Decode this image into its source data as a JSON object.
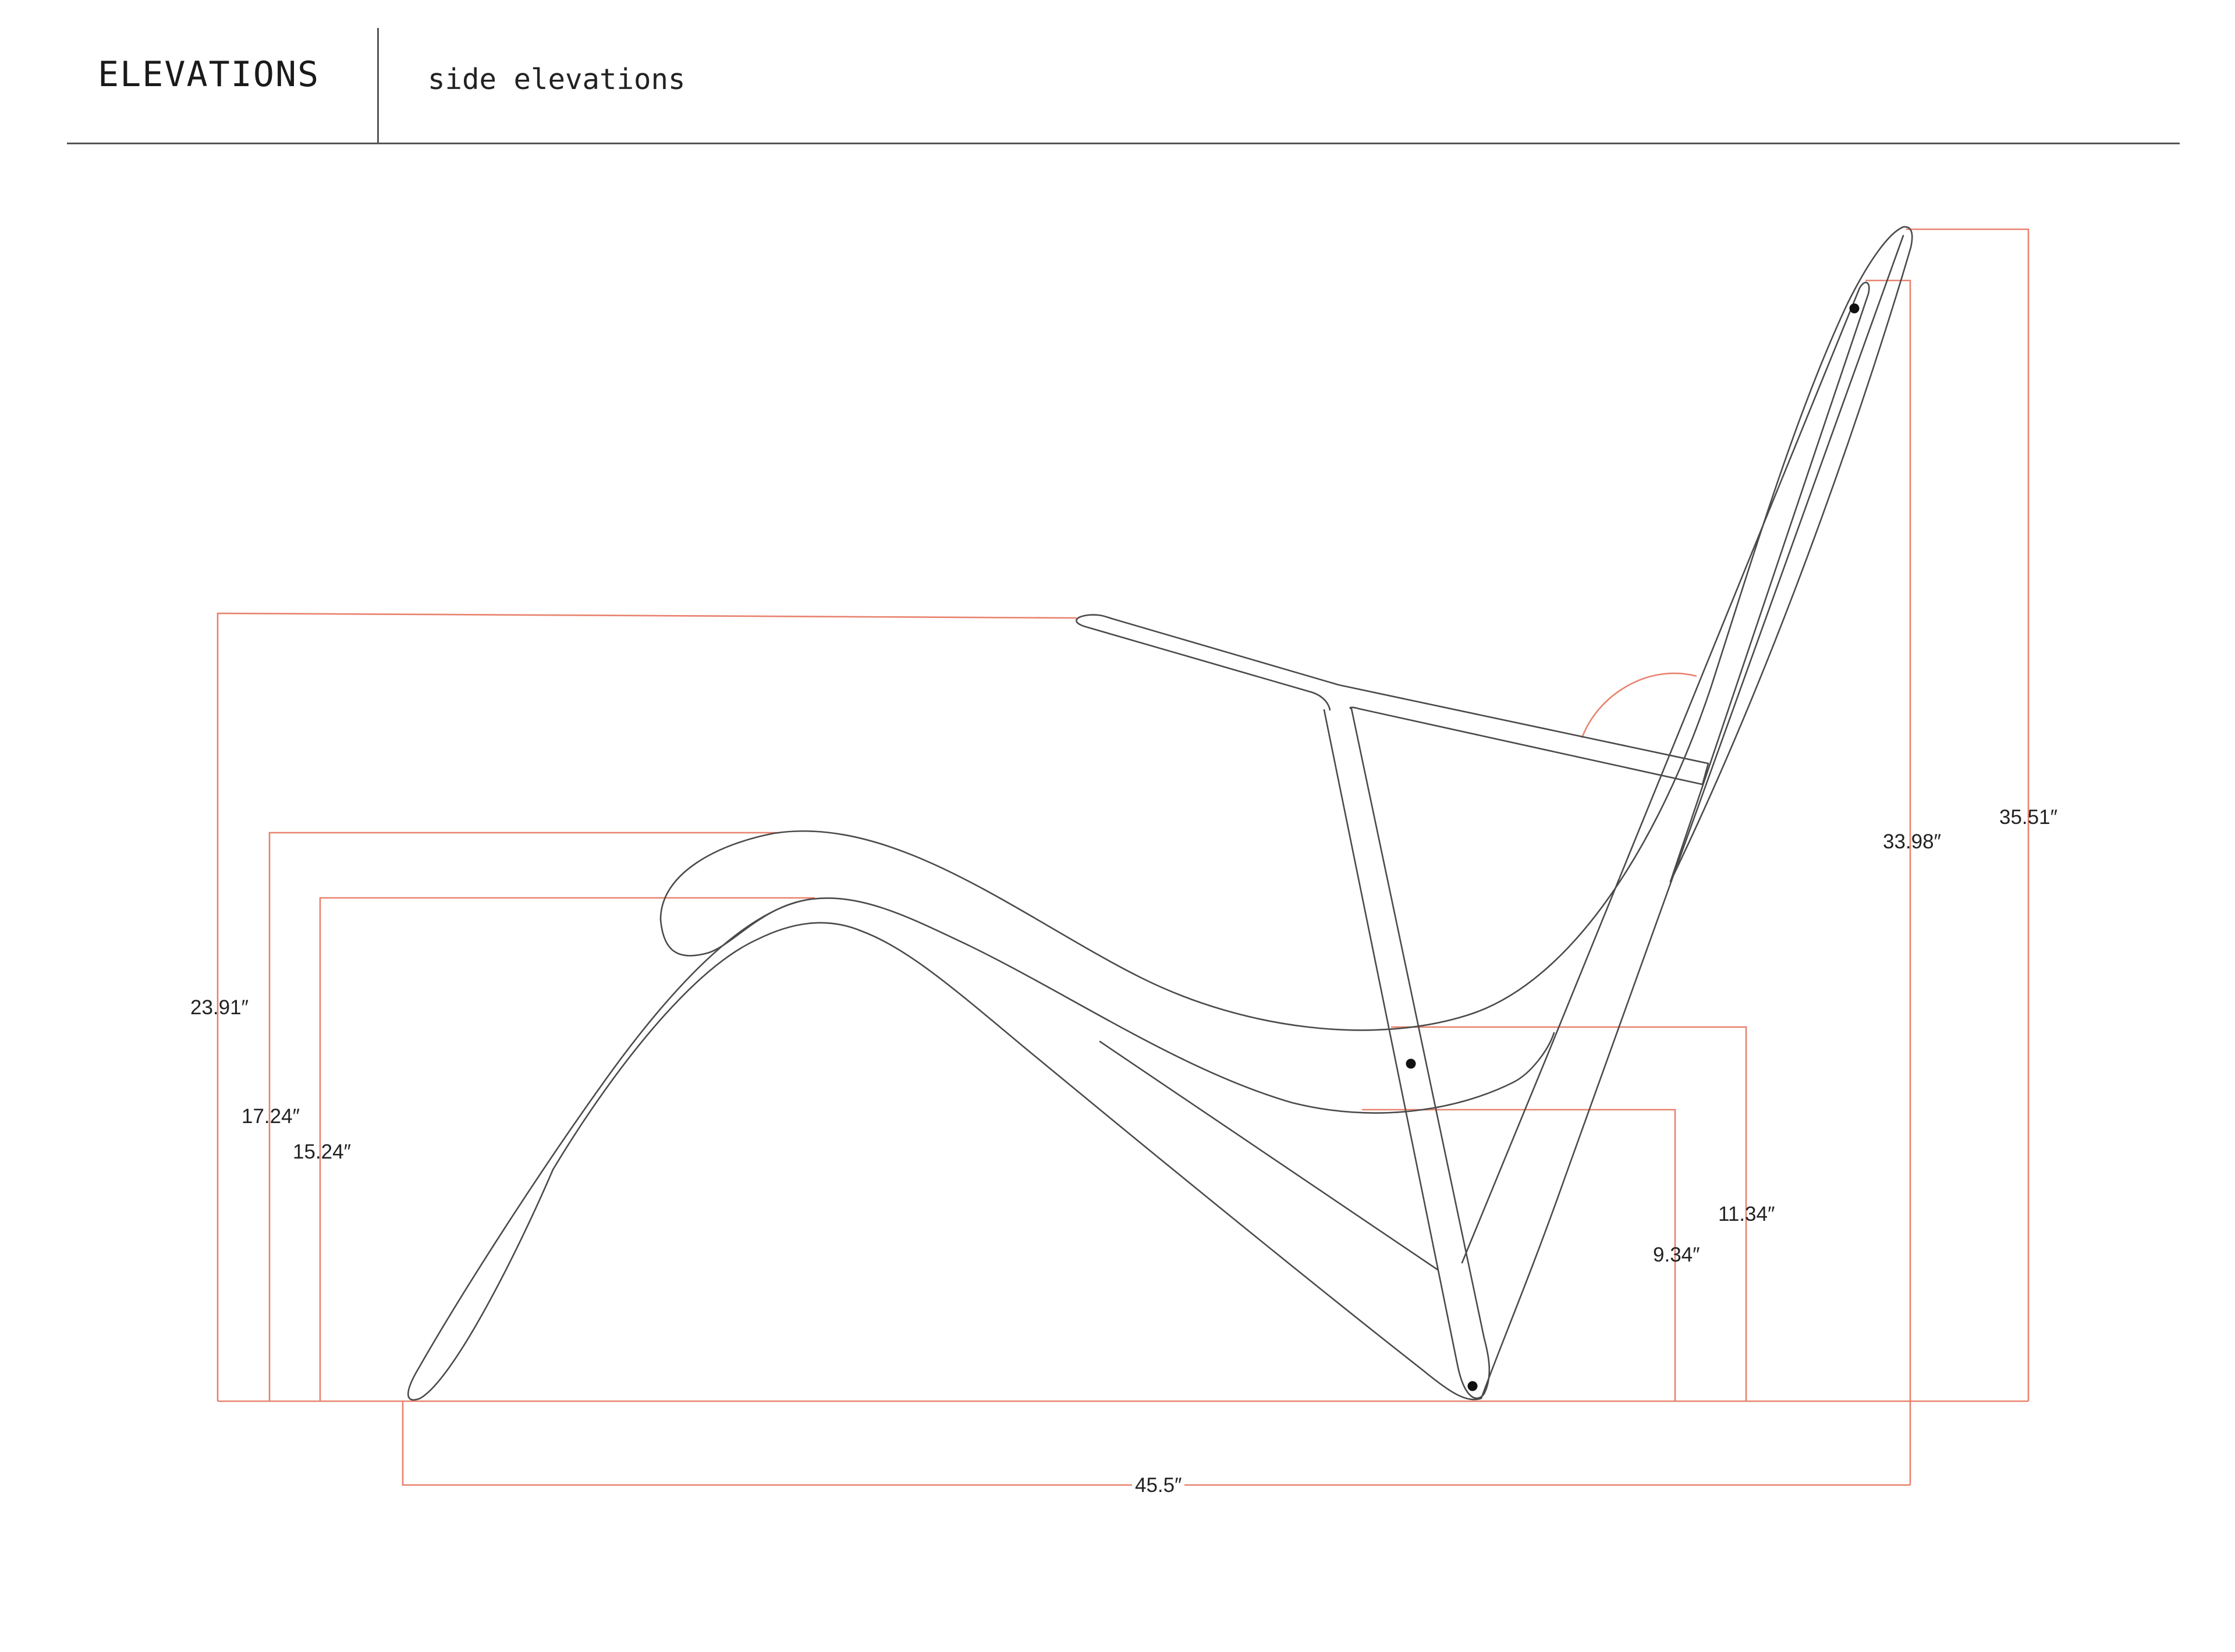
{
  "header": {
    "title": "ELEVATIONS",
    "subtitle": "side elevations"
  },
  "dimensions": {
    "overall_height": "35.51″",
    "back_height": "33.98″",
    "armrest_height": "23.91″",
    "seat_top_height": "17.24″",
    "seat_height": "15.24″",
    "seat_underside_height": "11.34″",
    "lower_seat_height": "9.34″",
    "overall_length": "45.5″"
  },
  "colors": {
    "dimension_lines": "#e8826e",
    "outline": "#4a4a4a",
    "text": "#222222"
  }
}
